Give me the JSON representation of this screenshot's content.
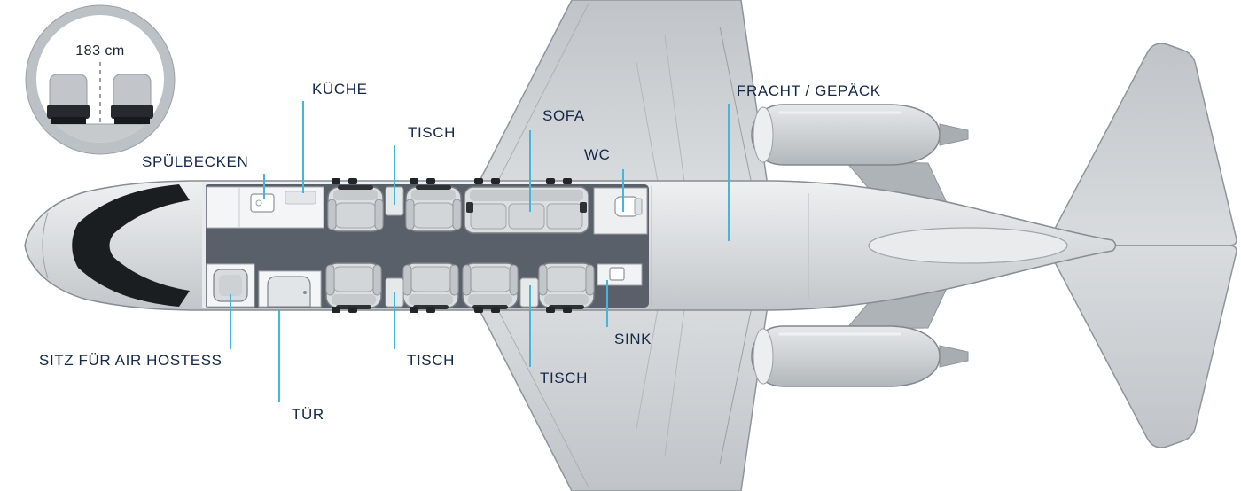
{
  "cross_section": {
    "height_label": "183 cm"
  },
  "labels": {
    "kueche": "KÜCHE",
    "tisch_front": "TISCH",
    "sofa": "SOFA",
    "wc": "WC",
    "fracht_gepaeck": "FRACHT / GEPÄCK",
    "spuelbecken": "SPÜLBECKEN",
    "sitz_air_hostess": "SITZ FÜR AIR HOSTESS",
    "tuer": "TÜR",
    "tisch_rear_left": "TISCH",
    "tisch_rear_mid": "TISCH",
    "sink": "SINK"
  },
  "colors": {
    "background": "#ffffff",
    "label_text": "#16284a",
    "callout_line": "#45b6da",
    "fuselage": "#d8dbde",
    "cabin_floor": "#59606a"
  }
}
